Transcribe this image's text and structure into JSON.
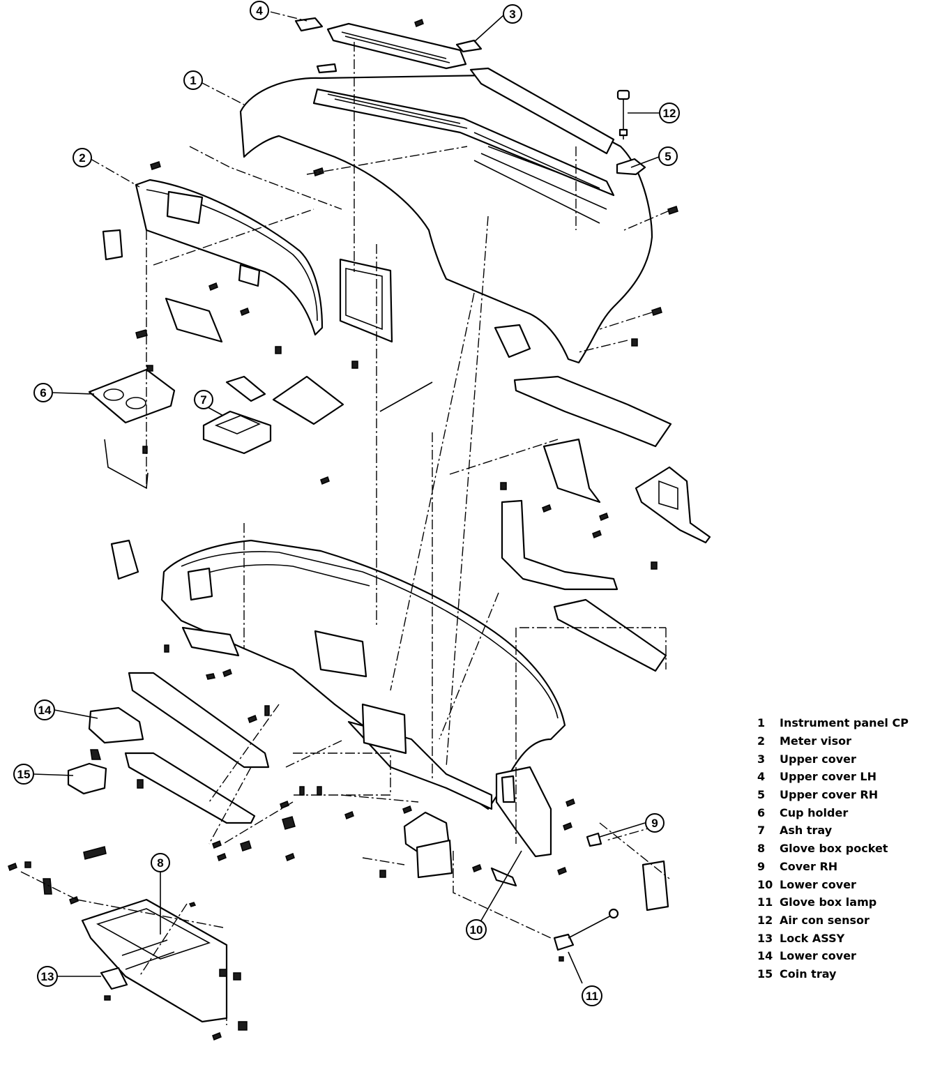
{
  "callouts": [
    "1",
    "2",
    "3",
    "4",
    "5",
    "6",
    "7",
    "8",
    "9",
    "10",
    "11",
    "12",
    "13",
    "14",
    "15"
  ],
  "legend": [
    {
      "num": "1",
      "label": "Instrument panel CP"
    },
    {
      "num": "2",
      "label": "Meter visor"
    },
    {
      "num": "3",
      "label": "Upper cover"
    },
    {
      "num": "4",
      "label": "Upper cover LH"
    },
    {
      "num": "5",
      "label": "Upper cover RH"
    },
    {
      "num": "6",
      "label": "Cup holder"
    },
    {
      "num": "7",
      "label": "Ash tray"
    },
    {
      "num": "8",
      "label": "Glove box pocket"
    },
    {
      "num": "9",
      "label": "Cover RH"
    },
    {
      "num": "10",
      "label": "Lower cover"
    },
    {
      "num": "11",
      "label": "Glove box lamp"
    },
    {
      "num": "12",
      "label": "Air con sensor"
    },
    {
      "num": "13",
      "label": "Lock ASSY"
    },
    {
      "num": "14",
      "label": "Lower cover"
    },
    {
      "num": "15",
      "label": "Coin tray"
    }
  ]
}
